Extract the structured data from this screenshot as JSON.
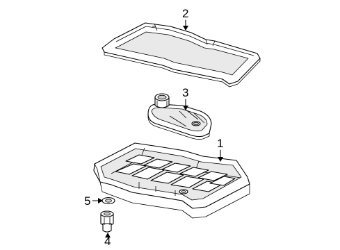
{
  "callouts": [
    {
      "id": "gasket",
      "label": "2"
    },
    {
      "id": "filter",
      "label": "3"
    },
    {
      "id": "pan",
      "label": "1"
    },
    {
      "id": "seal",
      "label": "5"
    },
    {
      "id": "plug",
      "label": "4"
    }
  ]
}
